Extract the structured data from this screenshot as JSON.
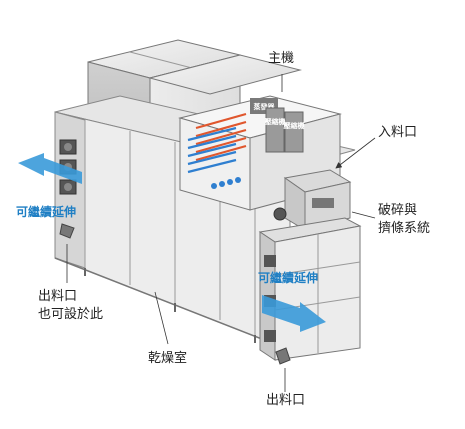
{
  "labels": {
    "main_unit": "主機",
    "inlet": "入料口",
    "crusher_line1": "破碎與",
    "crusher_line2": "擠條系統",
    "extend_left": "可繼續延伸",
    "extend_right": "可繼續延伸",
    "outlet_alt_line1": "出料口",
    "outlet_alt_line2": "也可設於此",
    "drying_room": "乾燥室",
    "outlet": "出料口"
  },
  "machine_tags": {
    "evaporator": "蒸發器",
    "compressor1": "壓縮機",
    "compressor2": "壓縮機"
  },
  "colors": {
    "accent_blue": "#1f7fc4",
    "arrow_blue": "#3a9ad9",
    "hot_red": "#e0572e",
    "cold_blue": "#2f7fd0",
    "frame_gray": "#8c8c8c",
    "panel_gray": "#e9e9e9"
  }
}
